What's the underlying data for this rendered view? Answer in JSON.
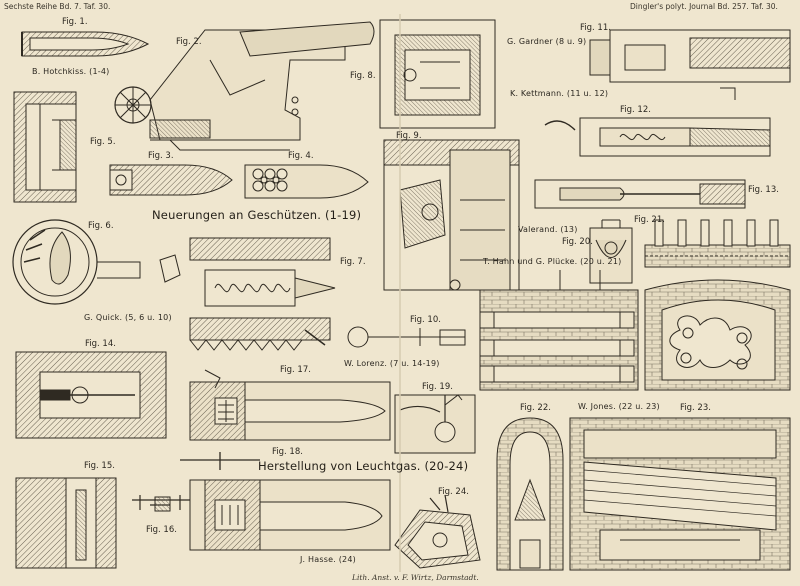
{
  "header": {
    "left": "Sechste Reihe Bd. 7. Taf. 30.",
    "right": "Dingler's polyt. Journal Bd. 257. Taf. 30."
  },
  "sections": {
    "guns": "Neuerungen an Geschützen. (1-19)",
    "gas": "Herstellung von Leuchtgas. (20-24)"
  },
  "inventors": {
    "hotchkiss": "B. Hotchkiss. (1-4)",
    "gardner": "G. Gardner (8 u. 9)",
    "kettmann": "K. Kettmann. (11 u. 12)",
    "quick": "G. Quick. (5, 6 u. 10)",
    "valerand": "Valerand. (13)",
    "hahn": "T. Hahn und G. Plücke. (20 u. 21)",
    "lorenz": "W. Lorenz. (7 u. 14-19)",
    "jones": "W. Jones. (22 u. 23)",
    "hasse": "J. Hasse. (24)"
  },
  "figures": [
    "Fig. 1.",
    "Fig. 2.",
    "Fig. 3.",
    "Fig. 4.",
    "Fig. 5.",
    "Fig. 6.",
    "Fig. 7.",
    "Fig. 8.",
    "Fig. 9.",
    "Fig. 10.",
    "Fig. 11.",
    "Fig. 12.",
    "Fig. 13.",
    "Fig. 14.",
    "Fig. 15.",
    "Fig. 16.",
    "Fig. 17.",
    "Fig. 18.",
    "Fig. 19.",
    "Fig. 20.",
    "Fig. 21.",
    "Fig. 22.",
    "Fig. 23.",
    "Fig. 24."
  ],
  "footer": "Lith. Anst. v. F. Wirtz, Darmstadt."
}
